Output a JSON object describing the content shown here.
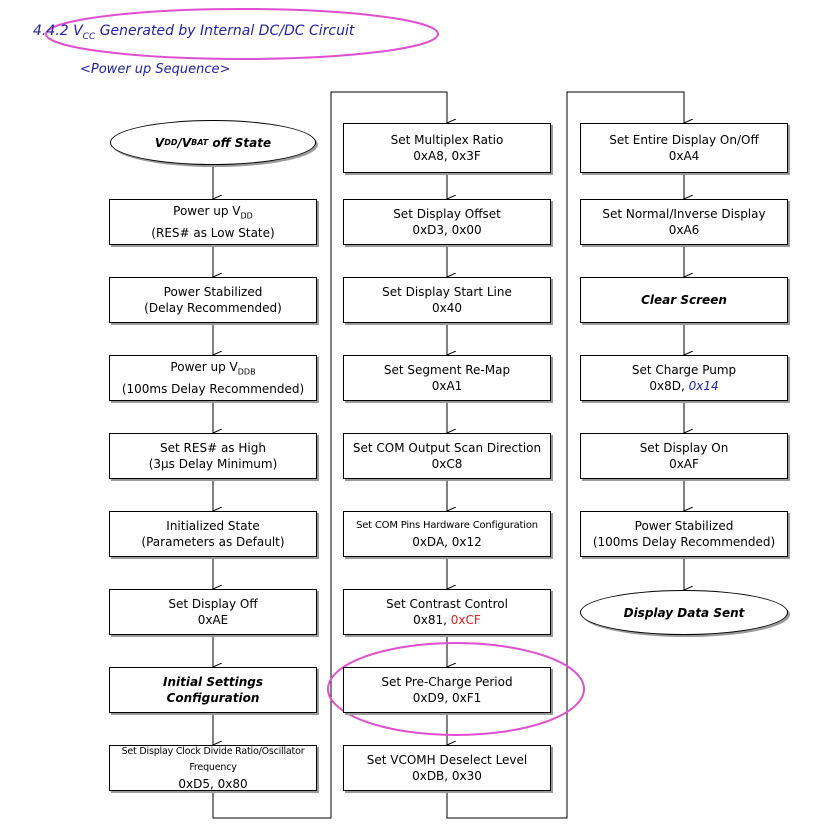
{
  "heading": {
    "section_number": "4.4.2",
    "v": "V",
    "sub": "CC",
    "rest": "Generated by Internal DC/DC Circuit",
    "subtitle": "<Power up Sequence>"
  },
  "colors": {
    "accent_blue": "#1f1fa8",
    "highlight": "#e04fd0",
    "red_value": "#e02020"
  },
  "col1": {
    "start": {
      "a": "V",
      "a_sub": "DD",
      "slash": "/",
      "b": "V",
      "b_sub": "BAT",
      "rest": " off State"
    },
    "boxes": [
      {
        "l1a": "Power up V",
        "l1sub": "DD",
        "l2": "(RES# as Low State)"
      },
      {
        "l1": "Power Stabilized",
        "l2": "(Delay Recommended)"
      },
      {
        "l1a": "Power up V",
        "l1sub": "DDB",
        "l2": "(100ms Delay Recommended)"
      },
      {
        "l1": "Set RES# as High",
        "l2": "(3μs Delay Minimum)"
      },
      {
        "l1": "Initialized State",
        "l2": "(Parameters as Default)"
      },
      {
        "l1": "Set Display Off",
        "l2": "0xAE"
      },
      {
        "l1": "Initial Settings",
        "l2": "Configuration"
      },
      {
        "l1": "Set Display Clock Divide Ratio/Oscillator Frequency",
        "l2": "0xD5, 0x80"
      }
    ]
  },
  "col2": {
    "boxes": [
      {
        "l1": "Set Multiplex Ratio",
        "l2": "0xA8, 0x3F"
      },
      {
        "l1": "Set Display Offset",
        "l2": "0xD3, 0x00"
      },
      {
        "l1": "Set Display Start Line",
        "l2": "0x40"
      },
      {
        "l1": "Set Segment Re-Map",
        "l2": "0xA1"
      },
      {
        "l1": "Set COM Output Scan Direction",
        "l2": "0xC8"
      },
      {
        "l1": "Set COM Pins Hardware Configuration",
        "l2": "0xDA, 0x12"
      },
      {
        "l1": "Set Contrast Control",
        "l2a": "0x81, ",
        "l2b": "0xCF"
      },
      {
        "l1": "Set Pre-Charge Period",
        "l2": "0xD9, 0xF1"
      },
      {
        "l1": "Set VCOMH Deselect Level",
        "l2": "0xDB, 0x30"
      }
    ]
  },
  "col3": {
    "boxes": [
      {
        "l1": "Set Entire Display On/Off",
        "l2": "0xA4"
      },
      {
        "l1": "Set Normal/Inverse Display",
        "l2": "0xA6"
      },
      {
        "l1": "Clear Screen"
      },
      {
        "l1": "Set Charge Pump",
        "l2a": "0x8D, ",
        "l2b": "0x14"
      },
      {
        "l1": "Set Display On",
        "l2": "0xAF"
      },
      {
        "l1": "Power Stabilized",
        "l2": "(100ms Delay Recommended)"
      }
    ],
    "end": "Display Data Sent"
  }
}
